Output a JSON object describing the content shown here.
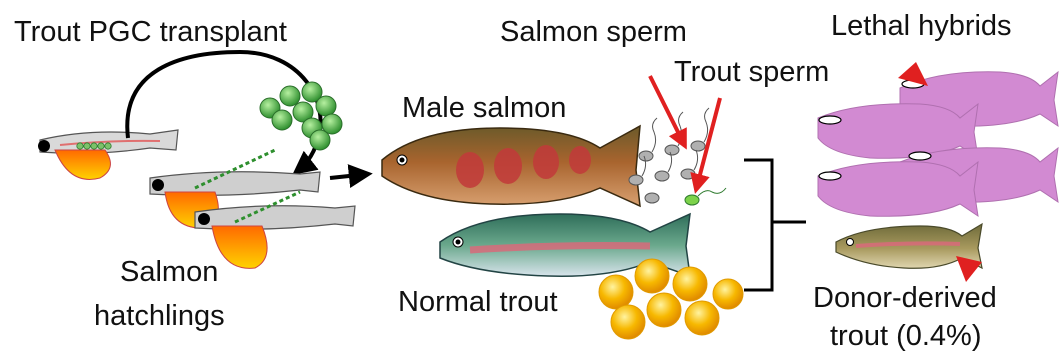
{
  "labels": {
    "pgc_transplant": "Trout PGC transplant",
    "salmon_hatchlings_line1": "Salmon",
    "salmon_hatchlings_line2": "hatchlings",
    "male_salmon": "Male salmon",
    "normal_trout": "Normal trout",
    "salmon_sperm": "Salmon sperm",
    "trout_sperm": "Trout sperm",
    "lethal_hybrids": "Lethal hybrids",
    "donor_derived_line1": "Donor-derived",
    "donor_derived_line2": "trout (0.4%)"
  },
  "colors": {
    "arrow_red": "#e02020",
    "hybrid_purple": "#d08ad0",
    "pgc_green": "#3aa53a",
    "egg_orange": "#f5a300",
    "salmon_body": "#b0602a",
    "trout_body": "#5a9a7a"
  }
}
